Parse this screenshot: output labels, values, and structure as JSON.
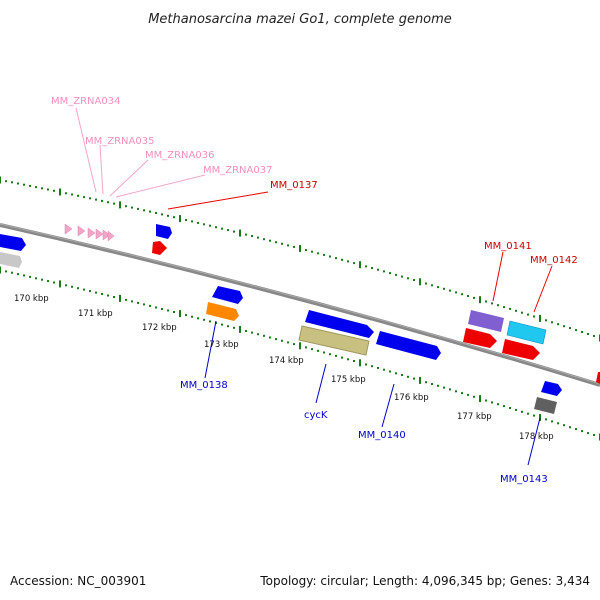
{
  "title": "Methanosarcina mazei Go1, complete genome",
  "footer": {
    "accession": "Accession: NC_003901",
    "topology": "Topology: circular; Length: 4,096,345 bp; Genes: 3,434"
  },
  "kbp_ticks": [
    "170 kbp",
    "171 kbp",
    "172 kbp",
    "173 kbp",
    "174 kbp",
    "175 kbp",
    "176 kbp",
    "177 kbp",
    "178 kbp"
  ],
  "gene_labels": {
    "MM_ZRNA034": "MM_ZRNA034",
    "MM_ZRNA035": "MM_ZRNA035",
    "MM_ZRNA036": "MM_ZRNA036",
    "MM_ZRNA037": "MM_ZRNA037",
    "MM_0137": "MM_0137",
    "MM_0141": "MM_0141",
    "MM_0142": "MM_0142",
    "MM_0138": "MM_0138",
    "cycK": "cycK",
    "MM_0140": "MM_0140",
    "MM_0143": "MM_0143"
  },
  "colors": {
    "backbone": "#888888",
    "tick": "#1a7a1a",
    "forward_gene": "#0000ee",
    "reverse_gene": "#ee0000",
    "rna": "#f4a6c8",
    "orange_gene": "#ff8800",
    "khaki_gene": "#c8c080",
    "purple_gene": "#8060d0",
    "cyan_gene": "#20c8f0",
    "gray_gene": "#606060",
    "light_gray_gene": "#c8c8c8"
  }
}
